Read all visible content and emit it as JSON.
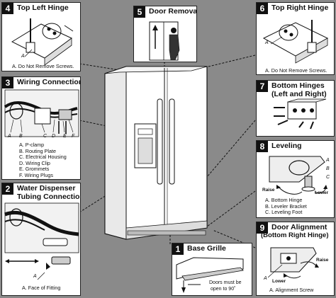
{
  "panels": {
    "p4": {
      "num": "4",
      "title": "Top Left Hinge",
      "caption": "A. Do Not Remove Screws.",
      "callout_a": "A"
    },
    "p5": {
      "num": "5",
      "title": "Door Removal"
    },
    "p6": {
      "num": "6",
      "title": "Top Right Hinge",
      "caption": "A. Do Not Remove Screws.",
      "callout_a": "A"
    },
    "p3": {
      "num": "3",
      "title": "Wiring Connection",
      "callouts": [
        "A",
        "B",
        "C",
        "D",
        "E",
        "F"
      ],
      "legend": [
        "A. P-clamp",
        "B. Routing Plate",
        "C. Electrical Housing",
        "D. Wiring Clip",
        "E. Grommets",
        "F. Wiring Plugs"
      ]
    },
    "p7": {
      "num": "7",
      "title_line1": "Bottom Hinges",
      "title_line2": "(Left and Right)"
    },
    "p8": {
      "num": "8",
      "title": "Leveling",
      "callouts": [
        "A",
        "B",
        "C"
      ],
      "raise": "Raise",
      "lower": "Lower",
      "legend": [
        "A. Bottom Hinge",
        "B. Leveler Bracket",
        "C. Leveling Foot"
      ]
    },
    "p2": {
      "num": "2",
      "title_line1": "Water Dispenser",
      "title_line2": "Tubing Connection",
      "callout_a": "A",
      "caption": "A. Face of Fitting"
    },
    "p1": {
      "num": "1",
      "title": "Base Grille",
      "note_line1": "Doors must be",
      "note_line2": "open to 90˚"
    },
    "p9": {
      "num": "9",
      "title_line1": "Door Alignment",
      "title_line2": "(Bottom Right Hinge)",
      "callout_a": "A",
      "raise": "Raise",
      "lower": "Lower",
      "caption": "A. Alignment Screw"
    }
  }
}
